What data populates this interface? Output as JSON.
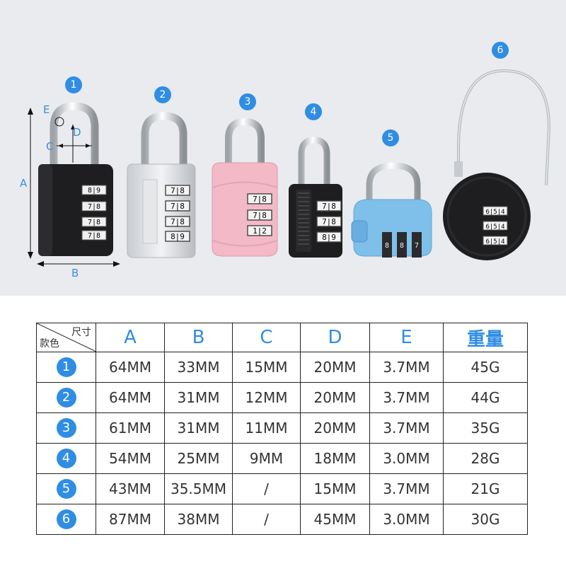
{
  "photo": {
    "badges": [
      "1",
      "2",
      "3",
      "4",
      "5",
      "6"
    ],
    "dimension_labels": {
      "a": "A",
      "b": "B",
      "c": "C",
      "d": "D",
      "e": "E"
    },
    "lock_digits": {
      "lock1": [
        "8|9",
        "7|8",
        "7|8",
        "7|8"
      ],
      "lock2": [
        "7|8",
        "7|8",
        "7|8",
        "8|9"
      ],
      "lock3": [
        "7|8",
        "7|8",
        "1|2"
      ],
      "lock4": [
        "7|8",
        "7|8",
        "8|9"
      ],
      "lock5": [
        "8",
        "8",
        "7"
      ],
      "lock6": [
        "6|5|4",
        "6|5|4",
        "6|5|4"
      ]
    }
  },
  "table": {
    "corner_top": "尺寸",
    "corner_bottom": "款色",
    "headers": [
      "A",
      "B",
      "C",
      "D",
      "E",
      "重量"
    ],
    "rows": [
      {
        "badge": "1",
        "cells": [
          "64MM",
          "33MM",
          "15MM",
          "20MM",
          "3.7MM",
          "45G"
        ]
      },
      {
        "badge": "2",
        "cells": [
          "64MM",
          "31MM",
          "12MM",
          "20MM",
          "3.7MM",
          "44G"
        ]
      },
      {
        "badge": "3",
        "cells": [
          "61MM",
          "31MM",
          "11MM",
          "20MM",
          "3.7MM",
          "35G"
        ]
      },
      {
        "badge": "4",
        "cells": [
          "54MM",
          "25MM",
          "9MM",
          "18MM",
          "3.0MM",
          "28G"
        ]
      },
      {
        "badge": "5",
        "cells": [
          "43MM",
          "35.5MM",
          "/",
          "15MM",
          "3.7MM",
          "21G"
        ]
      },
      {
        "badge": "6",
        "cells": [
          "87MM",
          "38MM",
          "/",
          "45MM",
          "3.0MM",
          "30G"
        ]
      }
    ]
  },
  "colors": {
    "accent": "#2f8de4",
    "photo_bg": "#e9ebee",
    "lock_black": "#1e1e20",
    "lock_silver": "#d6d8db",
    "lock_pink": "#f3b9c6",
    "lock_blue": "#7fc0ea"
  }
}
